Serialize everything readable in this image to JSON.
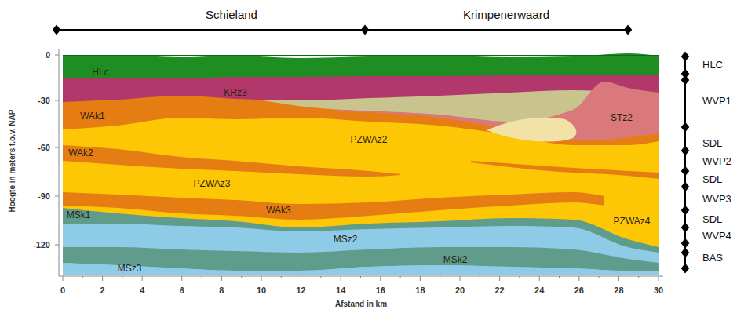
{
  "diagram": {
    "labels": [
      "Schieland",
      "Krimpenerwaard",
      "HLc",
      "KRz3",
      "WAk1",
      "WAk2",
      "PZWAz2",
      "PZWAz3",
      "WAk3",
      "MSk1",
      "MSz2",
      "MSk2",
      "MSz3",
      "STz2",
      "PZWAz4",
      "HLC",
      "WVP1",
      "SDL",
      "WVP2",
      "SDL",
      "WVP3",
      "SDL",
      "WVP4",
      "BAS",
      "0",
      "-30",
      "-60",
      "-90",
      "-120",
      "Hoogte in meters t.o.v. NAP",
      "0",
      "2",
      "4",
      "6",
      "8",
      "10",
      "12",
      "14",
      "16",
      "18",
      "20",
      "22",
      "24",
      "26",
      "28",
      "30",
      "Afstand in km"
    ]
  }
}
